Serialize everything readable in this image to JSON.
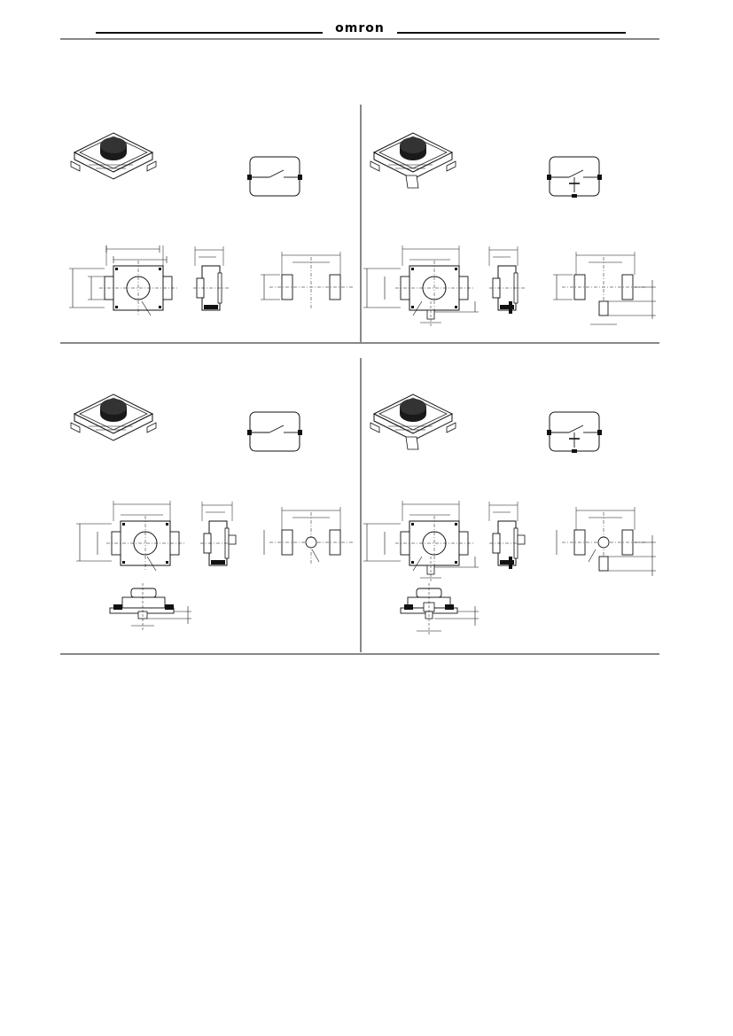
{
  "header": {
    "brand": "omron"
  },
  "sections": [
    {
      "id": "top-left",
      "symbol": "no-switch",
      "product": "smd-tactile-switch"
    },
    {
      "id": "top-right",
      "symbol": "no-switch-with-ground",
      "product": "smd-tactile-switch-ground-terminal"
    },
    {
      "id": "bottom-left",
      "symbol": "no-switch",
      "product": "smd-tactile-switch-with-boss"
    },
    {
      "id": "bottom-right",
      "symbol": "no-switch-with-ground",
      "product": "smd-tactile-switch-ground-terminal-with-boss"
    }
  ],
  "colors": {
    "ink": "#111111",
    "button": "#1a1a1a",
    "body": "#ffffff"
  }
}
